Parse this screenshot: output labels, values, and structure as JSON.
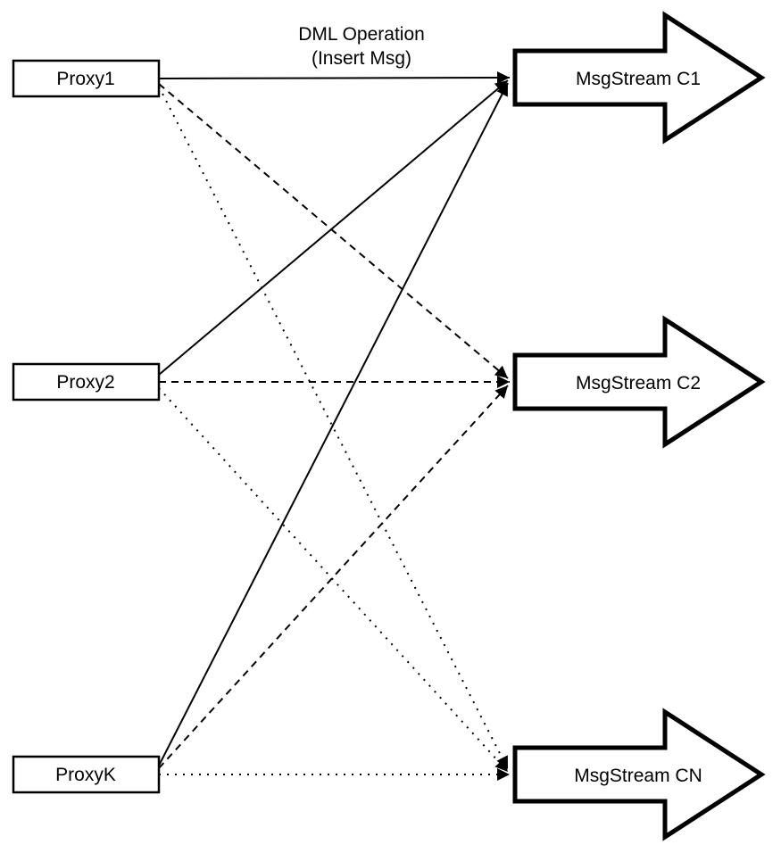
{
  "diagram": {
    "title": {
      "line1": "DML Operation",
      "line2": "(Insert Msg)"
    },
    "proxies": [
      {
        "id": "proxy1",
        "label": "Proxy1"
      },
      {
        "id": "proxy2",
        "label": "Proxy2"
      },
      {
        "id": "proxyk",
        "label": "ProxyK"
      }
    ],
    "streams": [
      {
        "id": "c1",
        "label": "MsgStream C1"
      },
      {
        "id": "c2",
        "label": "MsgStream C2"
      },
      {
        "id": "cn",
        "label": "MsgStream CN"
      }
    ],
    "edges": [
      {
        "from": "Proxy1",
        "to": "MsgStream C1",
        "style": "solid"
      },
      {
        "from": "Proxy1",
        "to": "MsgStream C2",
        "style": "dashed"
      },
      {
        "from": "Proxy1",
        "to": "MsgStream CN",
        "style": "dotted"
      },
      {
        "from": "Proxy2",
        "to": "MsgStream C1",
        "style": "solid"
      },
      {
        "from": "Proxy2",
        "to": "MsgStream C2",
        "style": "dashed"
      },
      {
        "from": "Proxy2",
        "to": "MsgStream CN",
        "style": "dotted"
      },
      {
        "from": "ProxyK",
        "to": "MsgStream C1",
        "style": "solid"
      },
      {
        "from": "ProxyK",
        "to": "MsgStream C2",
        "style": "dashed"
      },
      {
        "from": "ProxyK",
        "to": "MsgStream CN",
        "style": "dotted"
      }
    ],
    "colors": {
      "stroke": "#000000",
      "fill": "#ffffff",
      "background": "#ffffff"
    }
  }
}
